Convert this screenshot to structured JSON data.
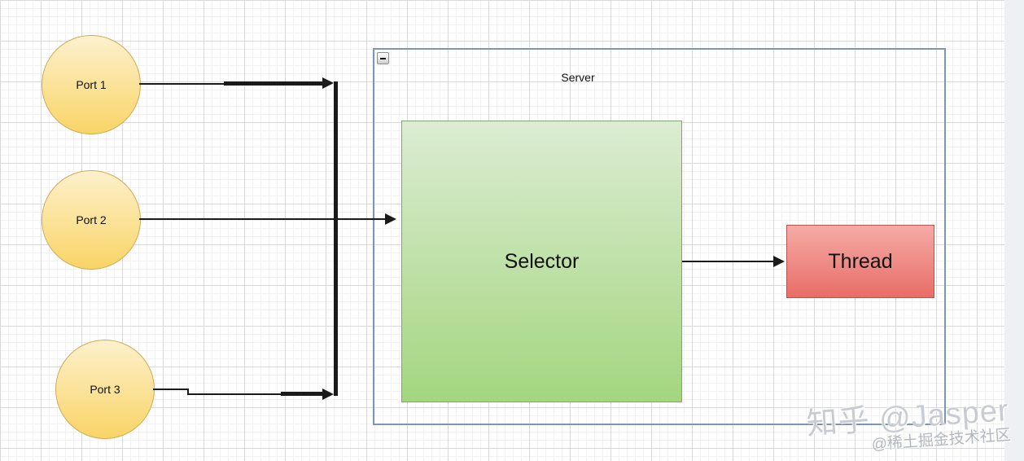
{
  "diagram": {
    "nodes": {
      "port1": {
        "label": "Port 1",
        "shape": "ellipse"
      },
      "port2": {
        "label": "Port 2",
        "shape": "ellipse"
      },
      "port3": {
        "label": "Port 3",
        "shape": "ellipse"
      },
      "server": {
        "label": "Server",
        "shape": "container",
        "collapsed": false
      },
      "selector": {
        "label": "Selector",
        "shape": "rectangle"
      },
      "thread": {
        "label": "Thread",
        "shape": "rectangle"
      }
    },
    "edges": [
      {
        "id": "port1-to-junction",
        "from": "Port 1",
        "to": "junction-line",
        "arrow": "right",
        "weight": "thick"
      },
      {
        "id": "port2-to-selector",
        "from": "Port 2",
        "to": "Selector",
        "arrow": "right",
        "weight": "thin"
      },
      {
        "id": "port3-to-junction",
        "from": "Port 3",
        "to": "junction-line",
        "arrow": "right",
        "weight": "thick"
      },
      {
        "id": "selector-to-thread",
        "from": "Selector",
        "to": "Thread",
        "arrow": "right",
        "weight": "thin"
      }
    ],
    "icons": {
      "collapse": "minus"
    }
  },
  "watermark": {
    "line1": "知乎 @Jasper",
    "line2": "@稀土掘金技术社区"
  },
  "colors": {
    "grid_minor": "#f2f2f2",
    "grid_major": "#d9d9d9",
    "server_border": "#7b97b3",
    "port_fill_top": "#fdf1cd",
    "port_fill_bottom": "#f9d466",
    "port_border": "#d0ab58",
    "selector_fill_top": "#dcecd2",
    "selector_fill_bottom": "#a3d67f",
    "selector_border": "#84a371",
    "thread_fill_top": "#f5aba6",
    "thread_fill_bottom": "#e96d67",
    "thread_border": "#b85450",
    "edge_color": "#1a1a1a",
    "watermark_primary": "#c8ccd2",
    "watermark_secondary": "#b2b7bf"
  }
}
